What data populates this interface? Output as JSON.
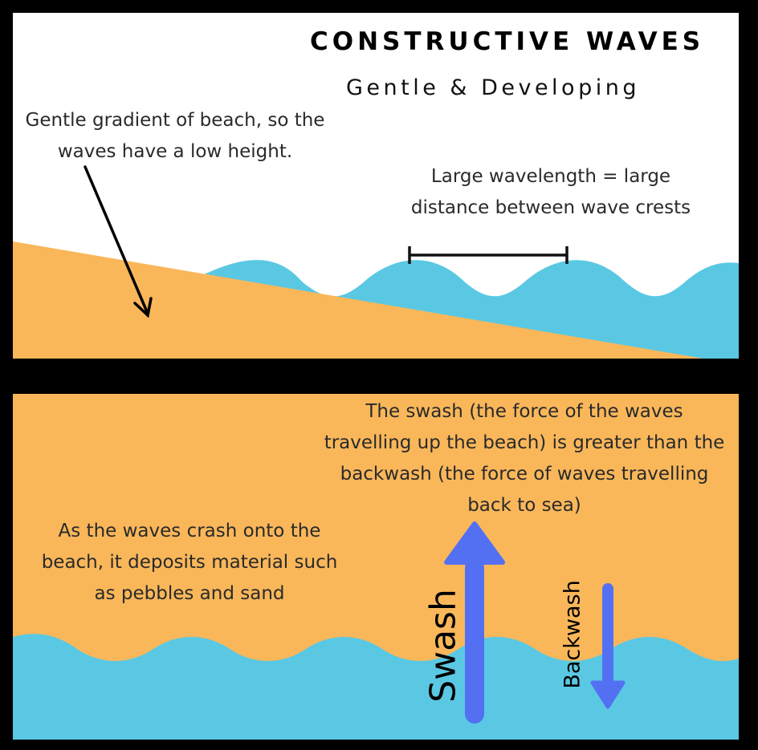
{
  "title": "CONSTRUCTIVE WAVES",
  "subtitle": "Gentle & Developing",
  "top": {
    "gradient_label_line1": "Gentle gradient of beach, so the",
    "gradient_label_line2": "waves have a low height.",
    "wavelength_label_line1": "Large wavelength = large",
    "wavelength_label_line2": "distance between wave crests"
  },
  "bottom": {
    "swash_desc_line1": "The swash (the force of the waves",
    "swash_desc_line2": "travelling up the beach) is greater than the",
    "swash_desc_line3": "backwash (the force of waves travelling",
    "swash_desc_line4": "back to sea)",
    "deposit_line1": "As the waves crash onto the",
    "deposit_line2": "beach, it deposits material such",
    "deposit_line3": "as pebbles and sand",
    "swash_label": "Swash",
    "backwash_label": "Backwash"
  },
  "colors": {
    "sand": "#f9b75a",
    "sea": "#5ac8e3",
    "arrow": "#5470f2",
    "background": "#000000",
    "panel": "#ffffff"
  },
  "icons": [
    "down-arrow-icon",
    "up-arrow-icon",
    "wavelength-bracket-icon"
  ]
}
